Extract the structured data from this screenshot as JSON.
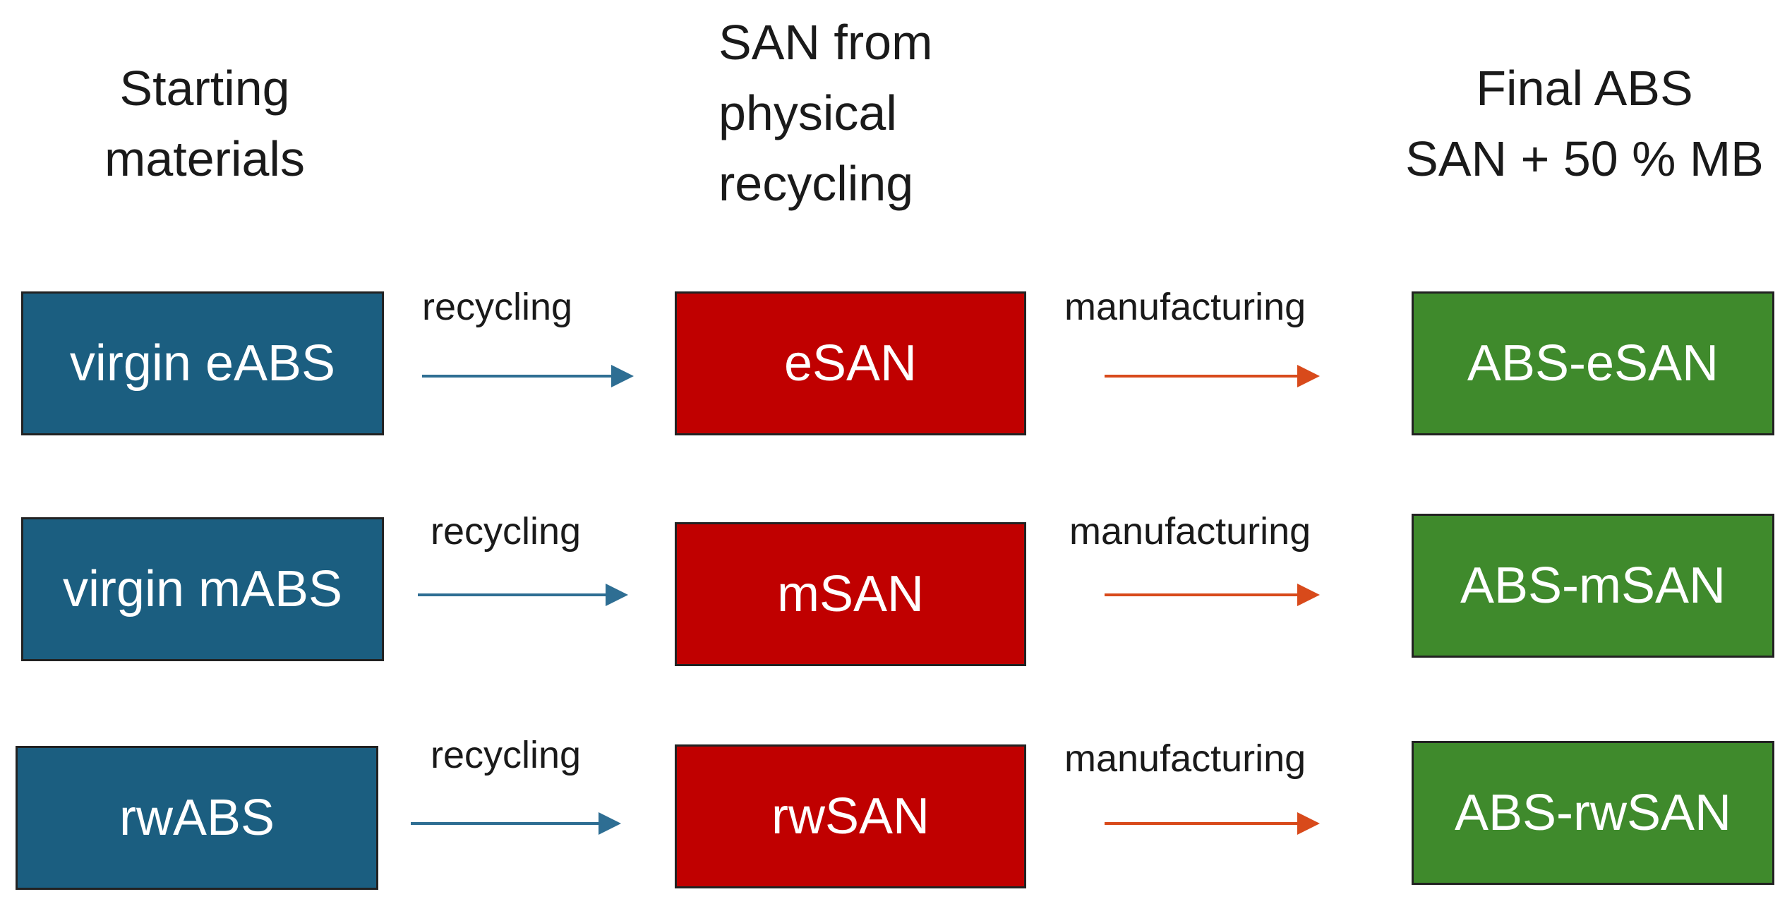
{
  "headers": {
    "start": "Starting\nmaterials",
    "san": "SAN from\nphysical\nrecycling",
    "final": "Final ABS\nSAN + 50 % MB"
  },
  "colors": {
    "start_box": "#1b5e80",
    "san_box": "#c00000",
    "final_box": "#3f8a2c",
    "recycling_arrow": "#2e6e93",
    "manufacturing_arrow": "#d84a1b"
  },
  "rows": [
    {
      "start": "virgin eABS",
      "recycling_label": "recycling",
      "san": "eSAN",
      "manufacturing_label": "manufacturing",
      "final": "ABS-eSAN"
    },
    {
      "start": "virgin mABS",
      "recycling_label": "recycling",
      "san": "mSAN",
      "manufacturing_label": "manufacturing",
      "final": "ABS-mSAN"
    },
    {
      "start": "rwABS",
      "recycling_label": "recycling",
      "san": "rwSAN",
      "manufacturing_label": "manufacturing",
      "final": "ABS-rwSAN"
    }
  ]
}
